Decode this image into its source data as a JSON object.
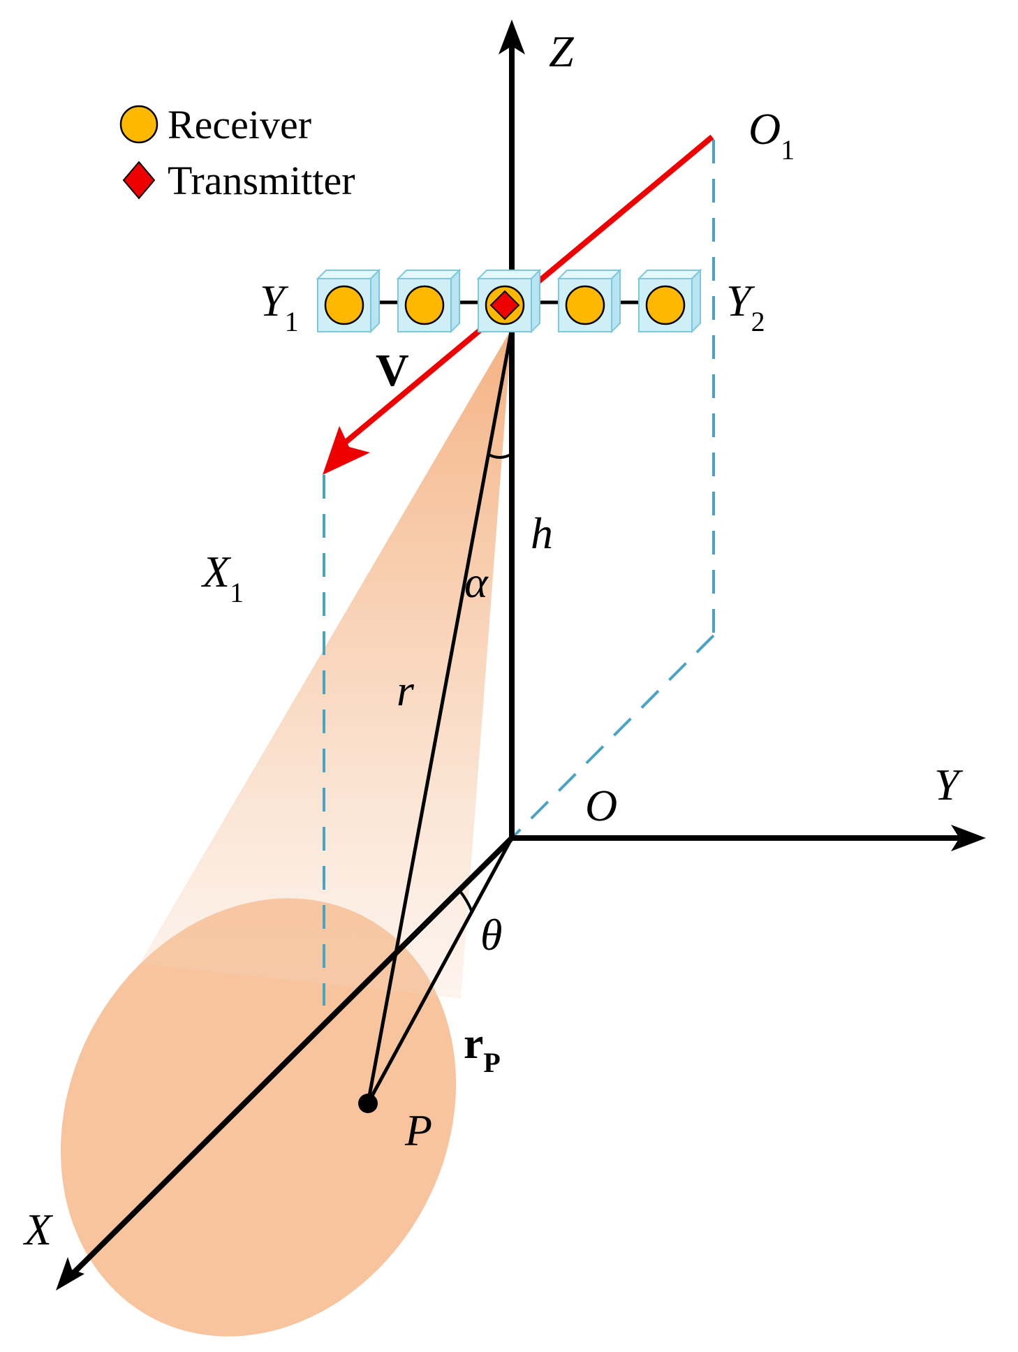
{
  "legend": {
    "receiver_label": "Receiver",
    "transmitter_label": "Transmitter",
    "receiver_color": "#FFB800",
    "transmitter_color": "#EE0000"
  },
  "axes": {
    "x": "X",
    "y": "Y",
    "z": "Z",
    "origin": "O"
  },
  "labels": {
    "o1": {
      "main": "O",
      "sub": "1"
    },
    "y1": {
      "main": "Y",
      "sub": "1"
    },
    "y2": {
      "main": "Y",
      "sub": "2"
    },
    "x1": {
      "main": "X",
      "sub": "1"
    },
    "velocity": "V",
    "height": "h",
    "alpha": "α",
    "range": "r",
    "theta": "θ",
    "rp": {
      "main": "r",
      "sub": "P"
    },
    "point": "P"
  },
  "colors": {
    "axis": "#000000",
    "track": "#EE0000",
    "dashed": "#4BA3C3",
    "beam": "#F5B887",
    "box_face": "#CFEFF7",
    "box_edge": "#7CC8DC"
  },
  "array": {
    "element_count": 5,
    "transmitter_index": 2
  }
}
